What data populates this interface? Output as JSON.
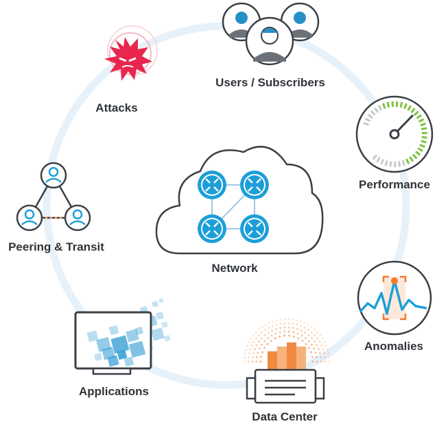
{
  "diagram": {
    "center": {
      "label": "Network"
    },
    "nodes": [
      {
        "id": "users",
        "label": "Users / Subscribers",
        "icon": "users-icon"
      },
      {
        "id": "performance",
        "label": "Performance",
        "icon": "gauge-icon"
      },
      {
        "id": "anomalies",
        "label": "Anomalies",
        "icon": "anomaly-spike-icon"
      },
      {
        "id": "datacenter",
        "label": "Data Center",
        "icon": "server-icon"
      },
      {
        "id": "applications",
        "label": "Applications",
        "icon": "monitor-icon"
      },
      {
        "id": "peering",
        "label": "Peering &  Transit",
        "icon": "peering-triangle-icon"
      },
      {
        "id": "attacks",
        "label": "Attacks",
        "icon": "virus-icon"
      }
    ]
  },
  "colors": {
    "ring": "#e6f0f8",
    "router": "#1c9fd8",
    "attack": "#e8264e",
    "gauge_green": "#7dc242",
    "gauge_grey": "#c8c8c8",
    "anomaly_line": "#1c9fd8",
    "anomaly_marker": "#f07a30",
    "server_orange": "#f08a40",
    "app_blue": "#3aa0d6",
    "label_text": "#2f3338"
  }
}
